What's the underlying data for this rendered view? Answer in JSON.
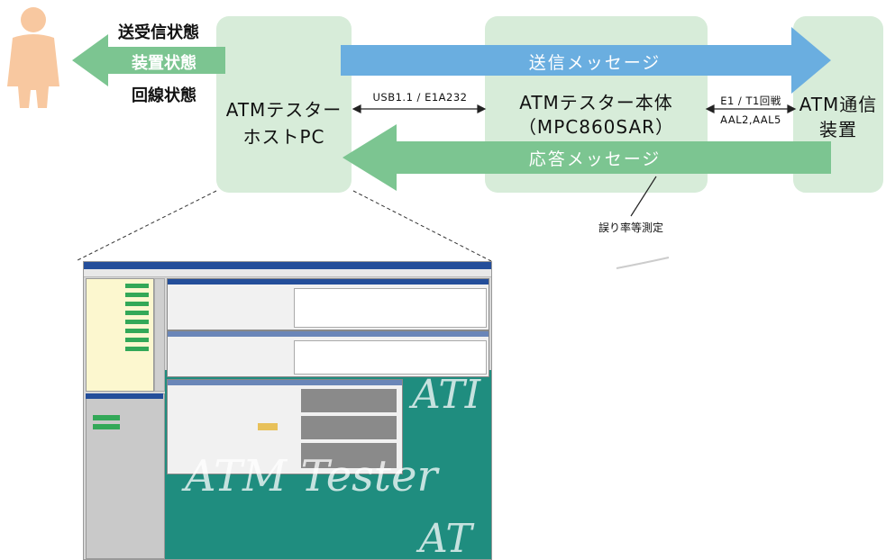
{
  "user_status": [
    "送受信状態",
    "装置状態",
    "回線状態"
  ],
  "host": {
    "line1": "ATMテスター",
    "line2": "ホストPC"
  },
  "tester": {
    "line1": "ATMテスター本体",
    "line2": "（MPC860SAR）"
  },
  "device": {
    "line1": "ATM通信",
    "line2": "装置"
  },
  "link_host_tester": "USB1.1 / E1A232",
  "link_tester_device": {
    "line1": "E1 / T1回戦",
    "line2": "AAL2,AAL5"
  },
  "send_message": "送信メッセージ",
  "response_message": "応答メッセージ",
  "measurement_note": "誤り率等測定",
  "colors": {
    "box": "#d7ecd9",
    "send_arrow": "#6aaee0",
    "response_arrow": "#7cc591",
    "status_arrow": "#7cc591",
    "person": "#f8c8a0",
    "screen_teal": "#1f8d7f"
  },
  "screenshot": {
    "watermark_words": [
      "ATM Tester",
      "ATI",
      "AT"
    ],
    "icons": [
      "person-icon",
      "app-screenshot"
    ]
  }
}
